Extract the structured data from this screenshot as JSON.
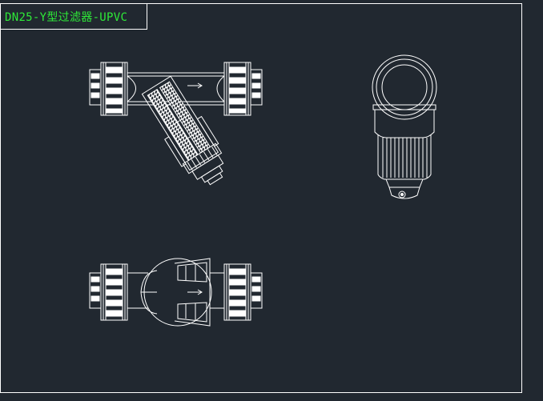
{
  "drawing": {
    "title": "DN25-Y型过滤器-UPVC",
    "colors": {
      "background": "#212830",
      "lines": "#ffffff",
      "title_text": "#2eea38"
    },
    "views": [
      "top-view",
      "end-view",
      "front-view"
    ]
  }
}
